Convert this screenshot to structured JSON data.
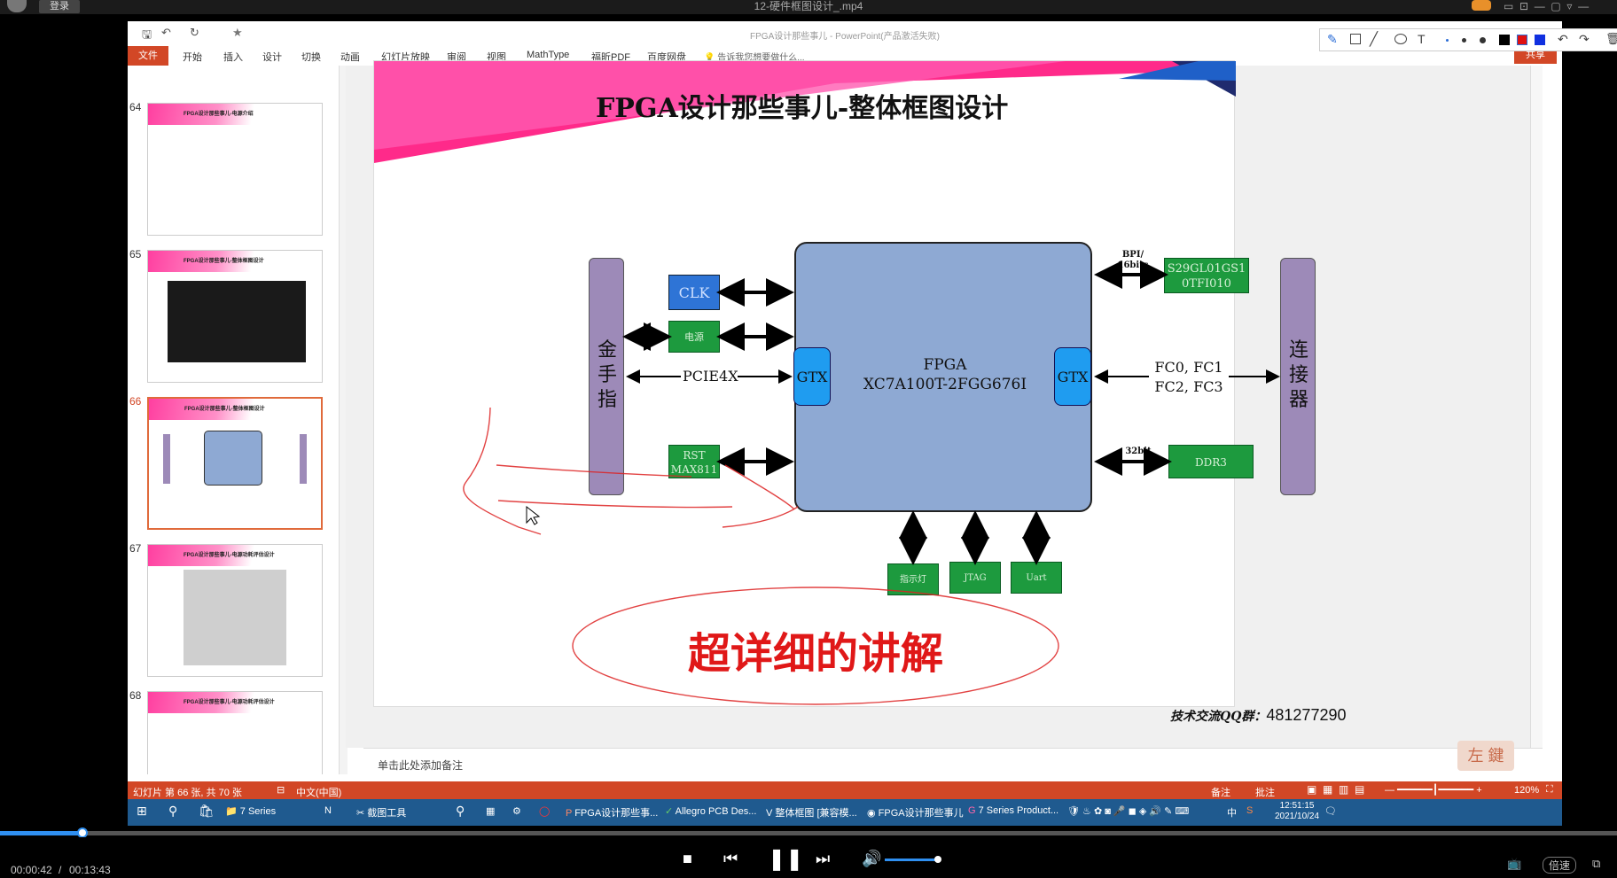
{
  "player": {
    "login_label": "登录",
    "video_title": "12-硬件框图设计_.mp4",
    "elapsed": "00:00:42",
    "total": "00:13:43",
    "progress_fraction": 0.051,
    "speed_label": "倍速"
  },
  "ppt": {
    "window_title": "FPGA设计那些事儿 - PowerPoint(产品激活失败)",
    "file_tab": "文件",
    "tabs": [
      "开始",
      "插入",
      "设计",
      "切换",
      "动画",
      "幻灯片放映",
      "审阅",
      "视图",
      "MathType",
      "福昕PDF",
      "百度网盘"
    ],
    "tell_me": "告诉我您想要做什么...",
    "share": "共享",
    "notes_placeholder": "单击此处添加备注",
    "status": {
      "slide_info": "幻灯片 第 66 张, 共 70 张",
      "language": "中文(中国)",
      "notes_btn": "备注",
      "comments_btn": "批注",
      "zoom": "120%"
    }
  },
  "thumbnails": [
    {
      "num": "64",
      "title": "FPGA设计那些事儿-电源介绍"
    },
    {
      "num": "65",
      "title": "FPGA设计那些事儿-整体框图设计"
    },
    {
      "num": "66",
      "title": "FPGA设计那些事儿-整体框图设计"
    },
    {
      "num": "67",
      "title": "FPGA设计那些事儿-电源功耗评估设计"
    },
    {
      "num": "68",
      "title": "FPGA设计那些事儿-电源功耗评估设计"
    }
  ],
  "slide": {
    "title": "FPGA设计那些事儿-整体框图设计",
    "gold_finger": "金手指",
    "connector": "连接器",
    "clk": "CLK",
    "power": "电源",
    "pcie": "PCIE4X",
    "rst_line1": "RST",
    "rst_line2": "MAX811",
    "gtx": "GTX",
    "fpga_line1": "FPGA",
    "fpga_line2": "XC7A100T-2FGG676I",
    "bpi_line1": "BPI/",
    "bpi_line2": "16bits",
    "flash_line1": "S29GL01GS1",
    "flash_line2": "0TFI010",
    "fc_line1": "FC0, FC1",
    "fc_line2": "FC2, FC3",
    "bit32": "32bit",
    "ddr3": "DDR3",
    "led": "指示灯",
    "jtag": "JTAG",
    "uart": "Uart",
    "highlight_text": "超详细的讲解",
    "qq_label": "技术交流QQ群：",
    "qq_number": "481277290"
  },
  "taskbar": {
    "items": [
      "7 Series",
      "截图工具",
      "FPGA设计那些事...",
      "Allegro PCB Des...",
      "整体框图 [兼容模...",
      "FPGA设计那些事儿",
      "7 Series Product..."
    ],
    "ime": "中",
    "time": "12:51:15",
    "date": "2021/10/24"
  }
}
